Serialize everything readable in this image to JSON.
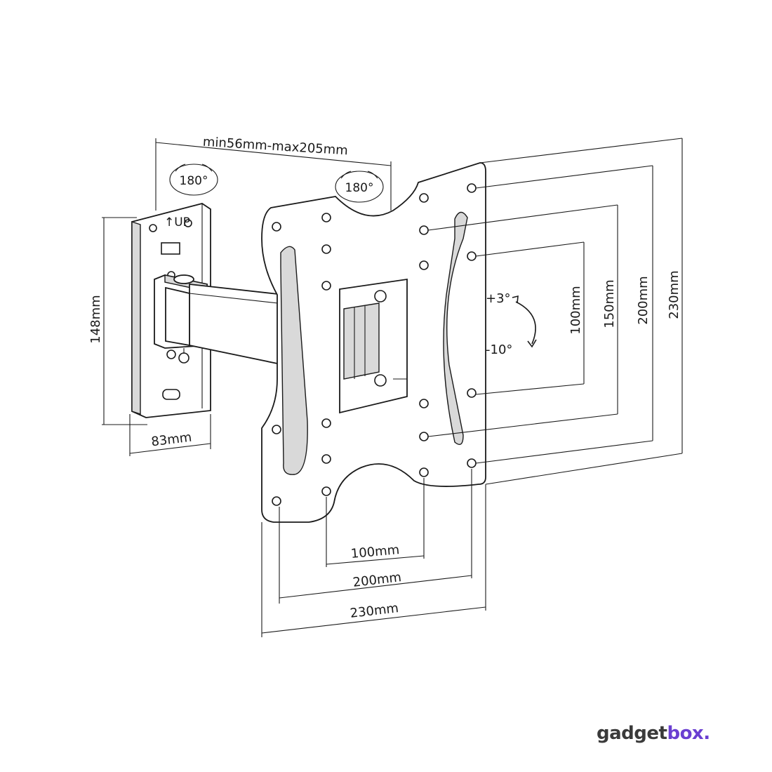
{
  "dimensions": {
    "arm_extension": "min56mm-max205mm",
    "wall_plate_height": "148mm",
    "wall_plate_width": "83mm",
    "vesa_h_small": "100mm",
    "vesa_h_medium": "200mm",
    "vesa_h_large": "230mm",
    "vesa_v_small": "100mm",
    "vesa_v_medium": "150mm",
    "vesa_v_large": "200mm",
    "vesa_v_xlarge": "230mm"
  },
  "rotation": {
    "wall_swivel": "180°",
    "arm_swivel": "180°",
    "tilt_up": "+3°",
    "tilt_down": "-10°"
  },
  "brand": {
    "part1": "gadget",
    "part2": "box."
  },
  "icons": {
    "rotate": "rotate-arrows-icon",
    "tilt": "tilt-arrow-icon",
    "up": "up-arrow-icon"
  }
}
